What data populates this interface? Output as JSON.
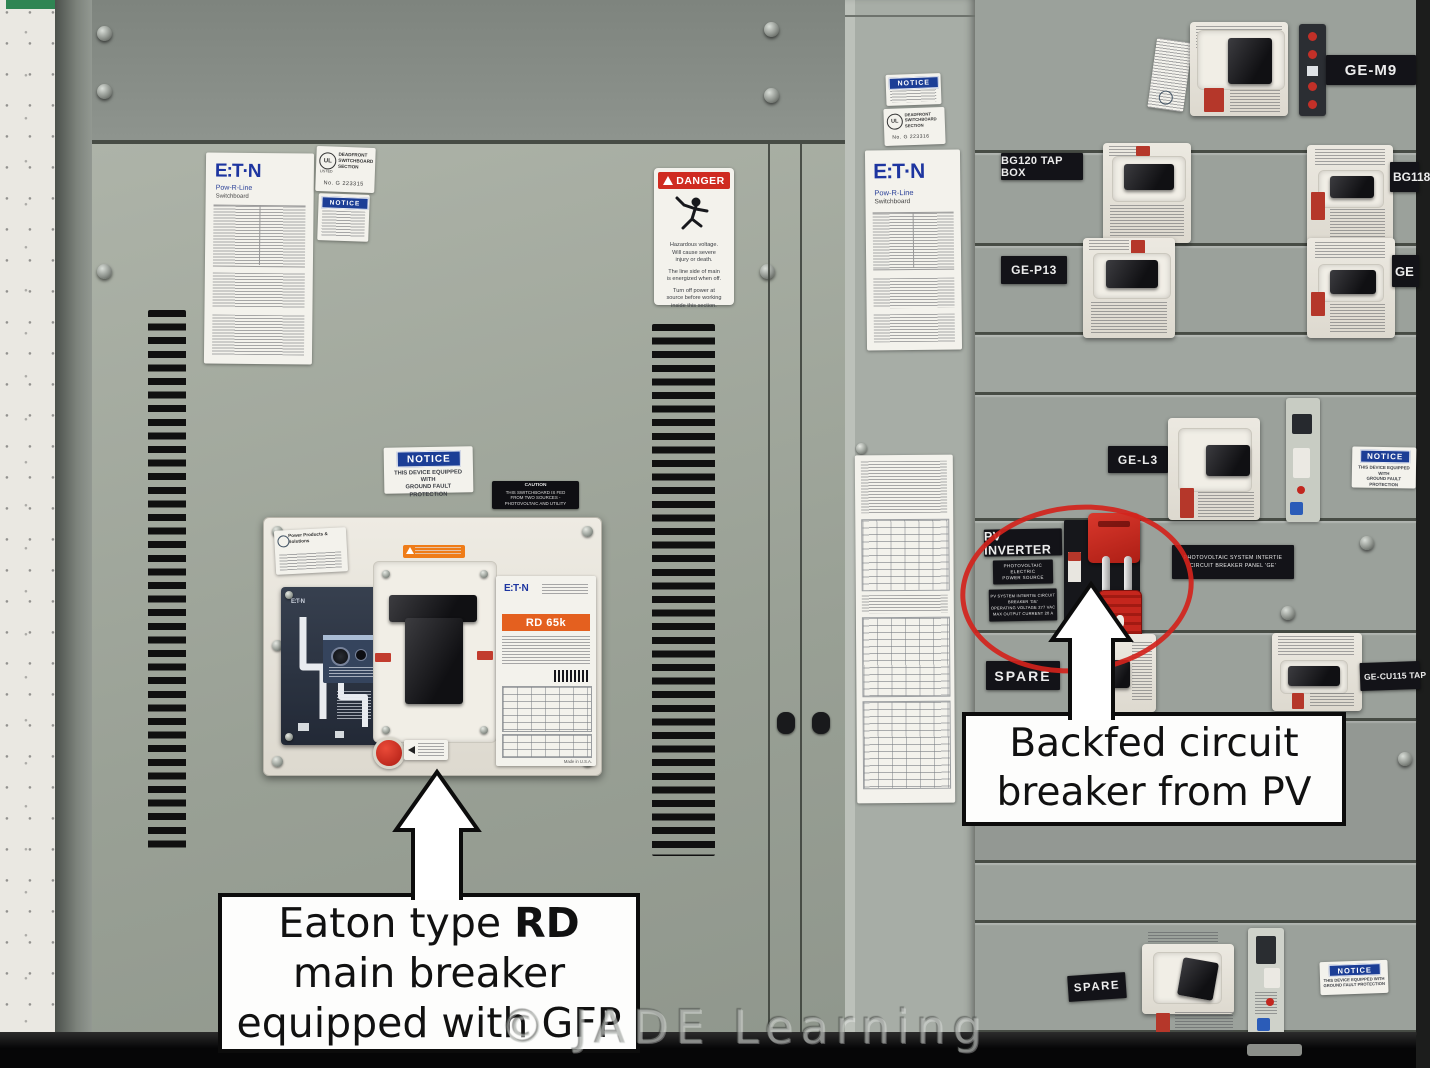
{
  "watermark": "© JADE Learning",
  "colors": {
    "eaton_blue": "#1d35a0",
    "notice_blue": "#1c3e96",
    "danger_red": "#cf2b20",
    "rd_orange": "#e4601f",
    "lockout_red": "#c5271f",
    "circle_red": "#d2231c"
  },
  "annotations": {
    "main": {
      "line1a": "Eaton type ",
      "line1b": "RD",
      "line2": "main breaker",
      "line3": "equipped with GFP"
    },
    "backfed": {
      "line1": "Backfed circuit",
      "line2": "breaker from PV"
    }
  },
  "left_section": {
    "spec_label": {
      "brand": "E:T·N",
      "product": "Pow-R-Line",
      "type": "Switchboard"
    },
    "deadfront_label": {
      "ul": "UL",
      "listed": "LISTED",
      "l1": "DEADFRONT",
      "l2": "SWITCHBOARD",
      "l3": "SECTION",
      "serial": "No. G  223315"
    },
    "notice_top": {
      "header": "NOTICE"
    },
    "danger_label": {
      "header": "DANGER",
      "lines": [
        "Hazardous voltage.",
        "Will cause severe",
        "injury or death.",
        "The line side of main",
        "is energized when off.",
        "Turn off power at",
        "source before working",
        "inside this section."
      ]
    },
    "notice_gfp": {
      "header": "NOTICE",
      "line1": "THIS DEVICE EQUIPPED WITH",
      "line2": "GROUND FAULT PROTECTION"
    },
    "caution_label": {
      "header": "CAUTION",
      "line1": "THIS SWITCHBOARD IS FED",
      "line2": "FROM TWO SOURCES -",
      "line3": "PHOTOVOLTAIC AND UTILITY"
    },
    "main_breaker": {
      "vendor": "Power Products & Solutions",
      "brand": "E:T·N",
      "model": "RD 65k",
      "origin": "Made in U.S.A."
    }
  },
  "stile": {
    "notice": {
      "header": "NOTICE"
    },
    "deadfront_label": {
      "ul": "UL",
      "l1": "DEADFRONT",
      "l2": "SWITCHBOARD",
      "l3": "SECTION",
      "serial": "No. G  223316"
    },
    "spec_label": {
      "brand": "E:T·N",
      "product": "Pow-R-Line",
      "type": "Switchboard"
    }
  },
  "right_section": {
    "ge_m9": "GE-M9",
    "bg120": "BG120 TAP BOX",
    "bg118": "BG118",
    "ge_p13": "GE-P13",
    "ge_right": "GE",
    "ge_l3": "GE-L3",
    "notice_mid": {
      "header": "NOTICE",
      "line1": "THIS DEVICE EQUIPPED WITH",
      "line2": "GROUND FAULT PROTECTION"
    },
    "pv": {
      "name": "PV INVERTER",
      "source": [
        "PHOTOVOLTAIC",
        "ELECTRIC",
        "POWER SOURCE"
      ],
      "rating": [
        "PV SYSTEM INTERTIE CIRCUIT",
        "BREAKER 'GE'",
        "OPERATING VOLTAGE 277 VAC",
        "MAX OUTPUT CURRENT 20 A"
      ],
      "strip": [
        "PHOTOVOLTAIC SYSTEM INTERTIE",
        "CIRCUIT BREAKER PANEL 'GE'"
      ]
    },
    "spare_mid": "SPARE",
    "ge_cu115": "GE-CU115 TAP",
    "spare_bottom": "SPARE",
    "notice_bottom": {
      "header": "NOTICE",
      "line1": "THIS DEVICE EQUIPPED WITH",
      "line2": "GROUND FAULT PROTECTION"
    }
  }
}
